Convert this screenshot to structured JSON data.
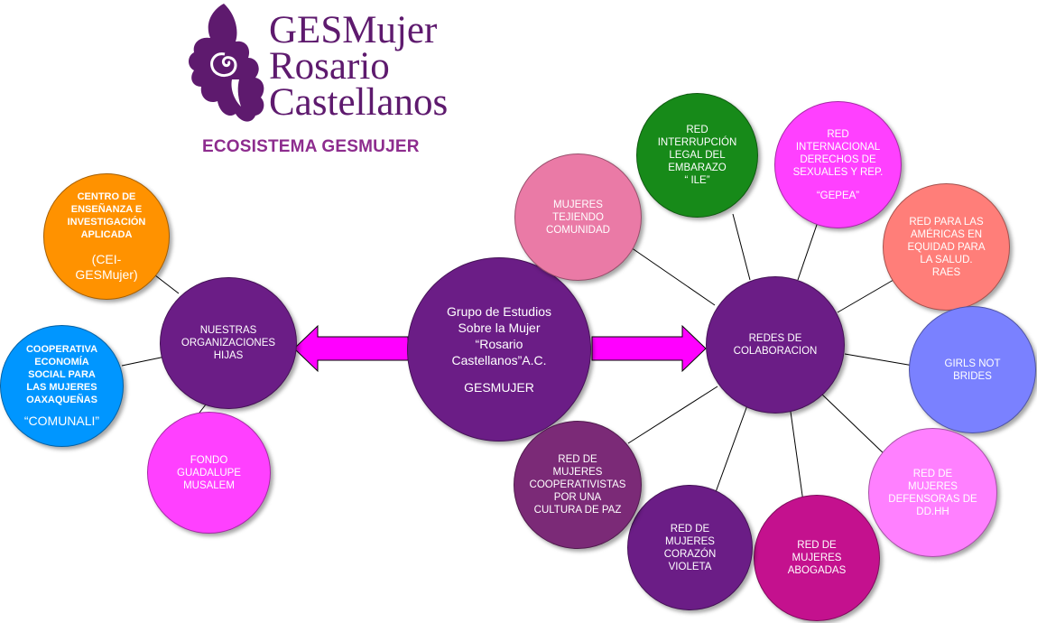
{
  "logo": {
    "line1": "GESMujer",
    "line2": "Rosario",
    "line3": "Castellanos",
    "color": "#5e1a6e"
  },
  "title": "ECOSISTEMA GESMUJER",
  "center": {
    "lines": [
      "Grupo de Estudios",
      "Sobre la Mujer",
      "“Rosario",
      "Castellanos”A.C."
    ],
    "acronym": "GESMUJER",
    "color": "#6b1d86"
  },
  "left_hub": {
    "lines": [
      "NUESTRAS",
      "ORGANIZACIONES",
      "HIJAS"
    ],
    "color": "#6b1d86"
  },
  "right_hub": {
    "lines": [
      "REDES DE",
      "COLABORACION"
    ],
    "color": "#6b1d86"
  },
  "arrows": {
    "color": "#ff00ff"
  },
  "children": {
    "cei": {
      "lines": [
        "CENTRO DE",
        "ENSEÑANZA E",
        "INVESTIGACIÓN",
        "APLICADA"
      ],
      "sub": [
        "(CEI-",
        "GESMujer)"
      ],
      "color": "#ff9200"
    },
    "comunali": {
      "lines": [
        "COOPERATIVA",
        "ECONOMÍA",
        "SOCIAL PARA",
        "LAS MUJERES",
        "OAXAQUEÑAS"
      ],
      "sub": [
        "“COMUNALI”"
      ],
      "color": "#0096ff"
    },
    "fondo": {
      "lines": [
        "FONDO",
        "GUADALUPE",
        "MUSALEM"
      ],
      "color": "#ff40ff"
    }
  },
  "networks": {
    "tejiendo": {
      "lines": [
        "MUJERES",
        "TEJIENDO",
        "COMUNIDAD"
      ],
      "color": "#ea7aa6"
    },
    "ile": {
      "lines": [
        "RED",
        "INTERRUPCIÓN",
        "LEGAL DEL",
        "EMBARAZO",
        "“ ILE”"
      ],
      "color": "#178a19"
    },
    "gepea": {
      "lines": [
        "RED",
        "INTERNACIONAL",
        "DERECHOS DE",
        "SEXUALES Y REP."
      ],
      "sub": [
        "“GEPEA”"
      ],
      "color": "#ff40ff"
    },
    "raes": {
      "lines": [
        "RED PARA LAS",
        "AMÉRICAS EN",
        "EQUIDAD PARA",
        "LA SALUD.",
        "RAES"
      ],
      "color": "#ff7e79"
    },
    "girls": {
      "lines": [
        "GIRLS NOT",
        "BRIDES"
      ],
      "color": "#7a81ff"
    },
    "defensoras": {
      "lines": [
        "RED DE",
        "MUJERES",
        "DEFENSORAS DE",
        "DD.HH"
      ],
      "color": "#ff80ff"
    },
    "abogadas": {
      "lines": [
        "RED DE",
        "MUJERES",
        "ABOGADAS"
      ],
      "color": "#c4118e"
    },
    "corazon": {
      "lines": [
        "RED DE",
        "MUJERES",
        "CORAZÓN",
        "VIOLETA"
      ],
      "color": "#6b1d86"
    },
    "cooperativistas": {
      "lines": [
        "RED DE",
        "MUJERES",
        "COOPERATIVISTAS",
        "POR UNA",
        "CULTURA DE PAZ"
      ],
      "color": "#7b2a77"
    }
  }
}
